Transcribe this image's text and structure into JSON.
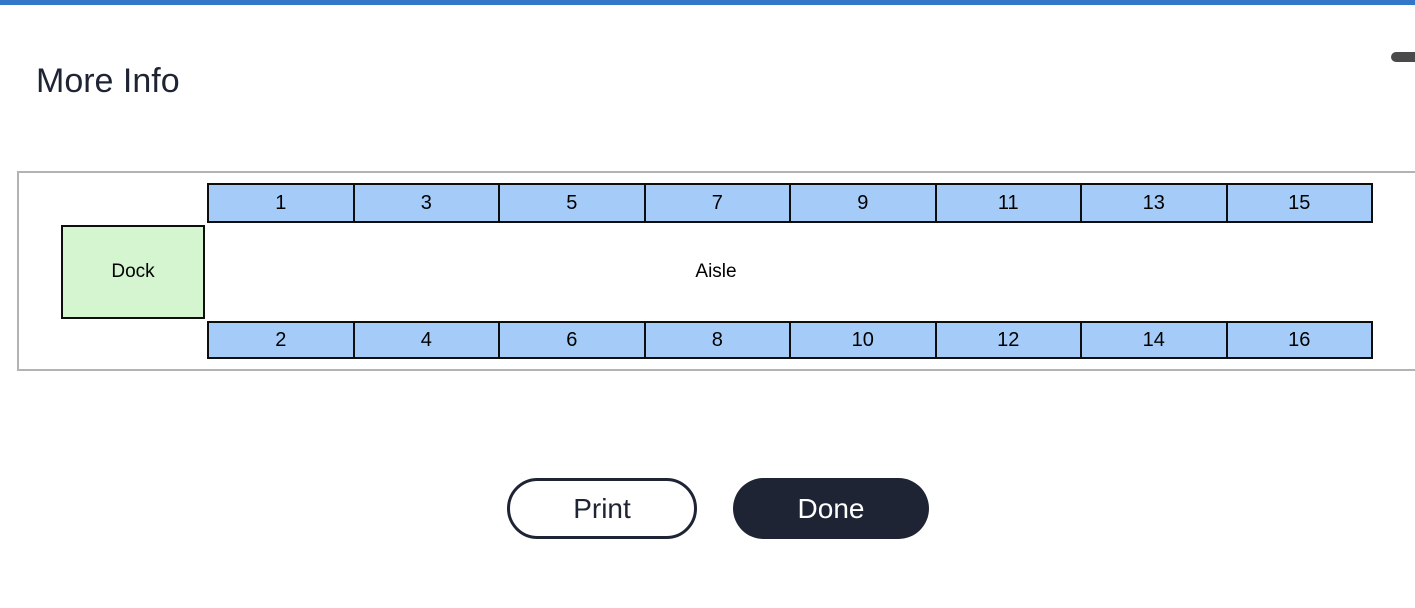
{
  "page": {
    "title": "More Info"
  },
  "colors": {
    "accent_blue": "#3277c8",
    "bay_blue": "#a5ccf8",
    "dock_green": "#d4f5d0",
    "dark_navy": "#1e2433",
    "map_border_gray": "#b3b3b3",
    "dash_gray": "#4a4a4a"
  },
  "diagram": {
    "dock_label": "Dock",
    "aisle_label": "Aisle",
    "top_row": [
      "1",
      "3",
      "5",
      "7",
      "9",
      "11",
      "13",
      "15"
    ],
    "bottom_row": [
      "2",
      "4",
      "6",
      "8",
      "10",
      "12",
      "14",
      "16"
    ]
  },
  "buttons": {
    "print_label": "Print",
    "done_label": "Done"
  }
}
